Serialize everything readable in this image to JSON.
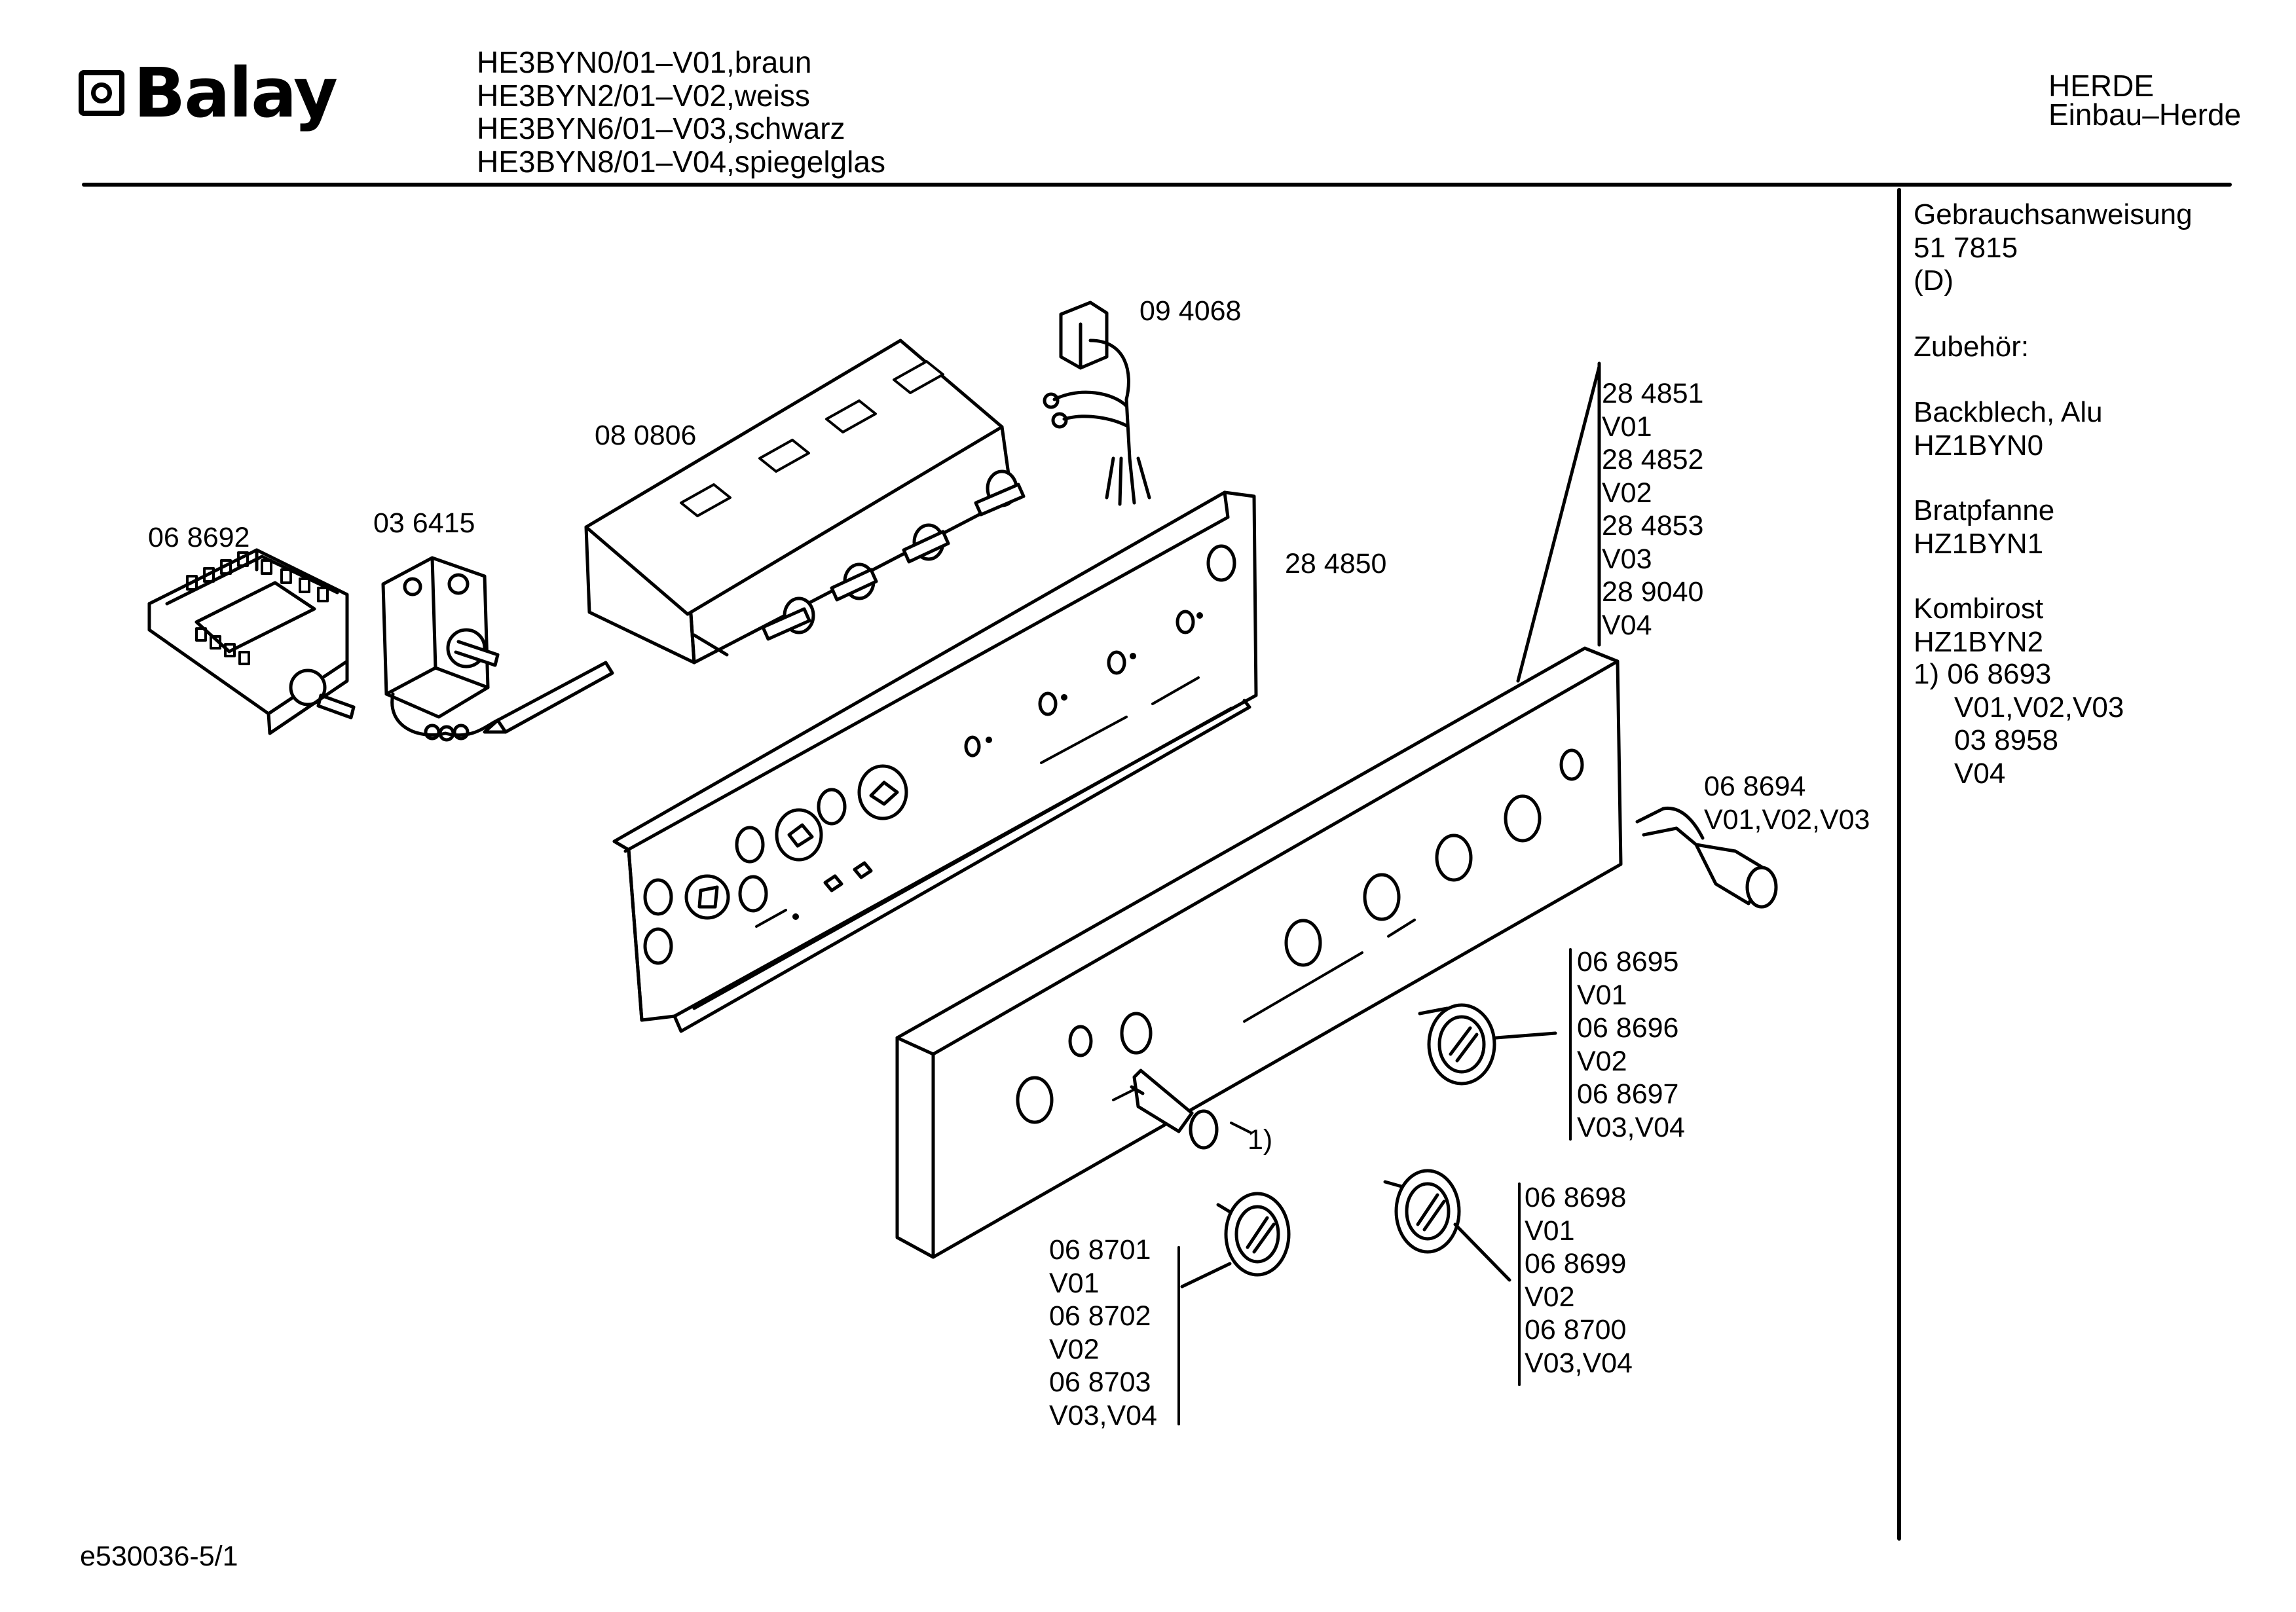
{
  "brand": {
    "name": "Balay"
  },
  "models": [
    "HE3BYN0/01–V01,braun",
    "HE3BYN2/01–V02,weiss",
    "HE3BYN6/01–V03,schwarz",
    "HE3BYN8/01–V04,spiegelglas"
  ],
  "category": {
    "line1": "HERDE",
    "line2": "Einbau–Herde"
  },
  "sidebar": {
    "manual_label": "Gebrauchsanweisung",
    "manual_number": "51 7815",
    "manual_lang": "(D)",
    "accessories_label": "Zubehör:",
    "items": [
      {
        "name": "Backblech, Alu",
        "code": "HZ1BYN0"
      },
      {
        "name": "Bratpfanne",
        "code": "HZ1BYN1"
      },
      {
        "name": "Kombirost",
        "code": "HZ1BYN2"
      }
    ],
    "footnote": [
      "1)  06 8693",
      "V01,V02,V03",
      "03 8958",
      "V04"
    ]
  },
  "parts": {
    "p068692": "06 8692",
    "p036415": "03 6415",
    "p080806": "08 0806",
    "p094068": "09 4068",
    "p284850": "28 4850",
    "panel_list": [
      "28 4851",
      "V01",
      "28 4852",
      "V02",
      "28 4853",
      "V03",
      "28 9040",
      "V04"
    ],
    "lamp_code": "06 8694",
    "lamp_variants": "V01,V02,V03",
    "knob_a": [
      "06 8695",
      "V01",
      "06 8696",
      "V02",
      "06 8697",
      "V03,V04"
    ],
    "knob_b": [
      "06 8698",
      "V01",
      "06 8699",
      "V02",
      "06 8700",
      "V03,V04"
    ],
    "knob_c": [
      "06 8701",
      "V01",
      "06 8702",
      "V02",
      "06 8703",
      "V03,V04"
    ],
    "footnote_marker": "1)"
  },
  "footer": {
    "drawing_id": "e530036-5/1"
  }
}
